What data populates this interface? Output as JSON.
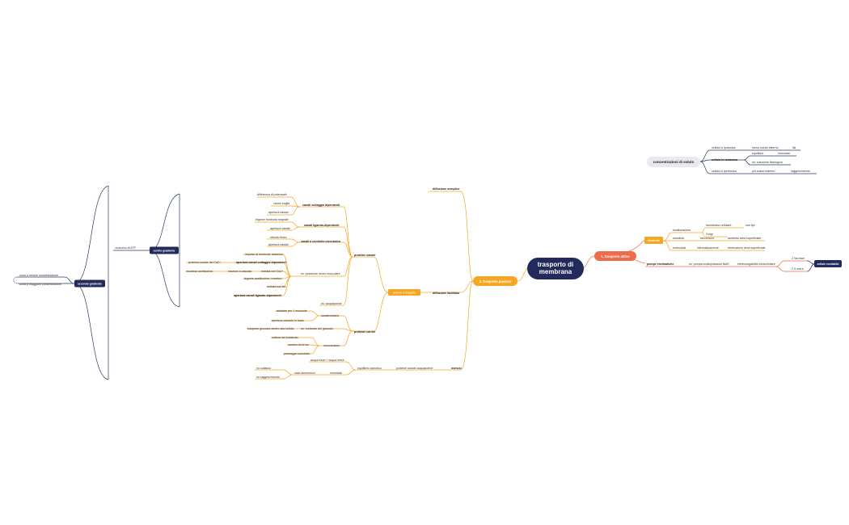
{
  "colors": {
    "central": "#222a5c",
    "active": "#ef6c4a",
    "passive": "#f5a623",
    "orange_line": "#f5a623",
    "red_line": "#ef6c4a",
    "navy_line": "#2b3a67",
    "grey": "#dddddd"
  },
  "central": "trasporto di membrana",
  "active": {
    "label": "1. trasporto attivo",
    "vescicole": {
      "label": "vescicole",
      "localizzazione": "localizzazione",
      "membrana": "membrana cellulare",
      "vari_tipi": "vari tipi",
      "golgi": "Golgi",
      "esocitosi": "esocitosi",
      "secrezione": "secrezione",
      "aumento": "aumento area superficiale",
      "endocitosi": "endocitosi",
      "internalizzazione": "internalizzazione",
      "diminuzione": "diminuzione area superficiale"
    },
    "pompe": {
      "label": "pompe enzimatiche",
      "es": "es: pompa sodio/potassio Na/K",
      "elettro": "elettronegativita intracellulare",
      "k": "2 Na esce",
      "na": "2 K entra",
      "cellula": "cellule eccitabile"
    }
  },
  "concentrations": {
    "label": "concentrazioni di soluto",
    "ipotonica": "cellula in ipotonica",
    "meno": "meno soluto esterno",
    "lisi": "lisi",
    "isotonica": "cellula in isotonica",
    "equilibrio": "equilibrio",
    "immutata": "immutata",
    "es_fisiologica": "es: soluzione fisiologica",
    "ipertonica": "cellula in ipertonica",
    "piu": "più soluto esterno",
    "raggrinzimento": "raggrinzimento"
  },
  "passive": {
    "label": "2. trasporto passivo",
    "semplice": "diffusione semplice",
    "facilitata": "diffusione facilitata",
    "proteine_trasporto": "proteine di trasporto",
    "osmosi": "osmosi",
    "proteine_canale": "proteine canale",
    "canali_voltaggio": "canali voltaggio dipendenti",
    "differenza": "differenza di potenziale",
    "soglia": "valore soglia",
    "apertura_canale_1": "apertura canale",
    "canali_ligando": "canali ligando-dipendenti",
    "legame_molecola": "legame molecola segnale",
    "apertura_canale_2": "apertura canale",
    "canali_meccanici": "canali a controllo meccanico",
    "stimolo": "stimolo fisico",
    "apertura_canale_3": "apertura canale",
    "es_posizione": "es: posizione neuro muscolare",
    "impulso": "impulso al terminale assonico",
    "apertura_ca": "apertura canali voltaggio dipendenti",
    "proteina_ca": "proteina canale del Ca2+",
    "entrata_ca": "entrata ioni Ca2+",
    "reazioni": "reazioni a cascata",
    "esocitosi_ach": "esocitosi acetilcolina",
    "legame_ach": "legame acetilcolina / recettori",
    "entrata_na": "entrata ioni Na",
    "apertura_ligando": "apertura canali ligando-dipendenti",
    "acquaporine": "es: acquaporine",
    "proteine_carrier": "proteine carrier",
    "caratteristiche": "caratteristiche",
    "adatte": "adattate per 1 molecola",
    "apertura_variante": "apertura variante in base",
    "es_glucosio": "es: molecole del glucosio",
    "trasporto_glucosio": "trasporto glucosio dentro alla cellula",
    "cattura": "cattura del substrato",
    "meccanismo": "meccanismo",
    "cambio": "cambio di forma",
    "passaggio": "passaggio substrato",
    "equilibrio_osmotico": "equilibrio osmotico",
    "proteine_acquaporine": "proteine canale acquaporine",
    "acqua": "acqua esce = acqua entra",
    "stasi": "stasi dimensioni",
    "immutata": "immutata",
    "no_collasso": "no collasso",
    "no_raggrinzimento": "no raggrinzimento"
  },
  "gradient": {
    "contro": "contro gradiente",
    "consumo": "consumo di ATP",
    "secondo": "secondo gradiente",
    "minore": "zona a minore concentrazione",
    "maggiore": "zona a maggiore concentrazione"
  }
}
